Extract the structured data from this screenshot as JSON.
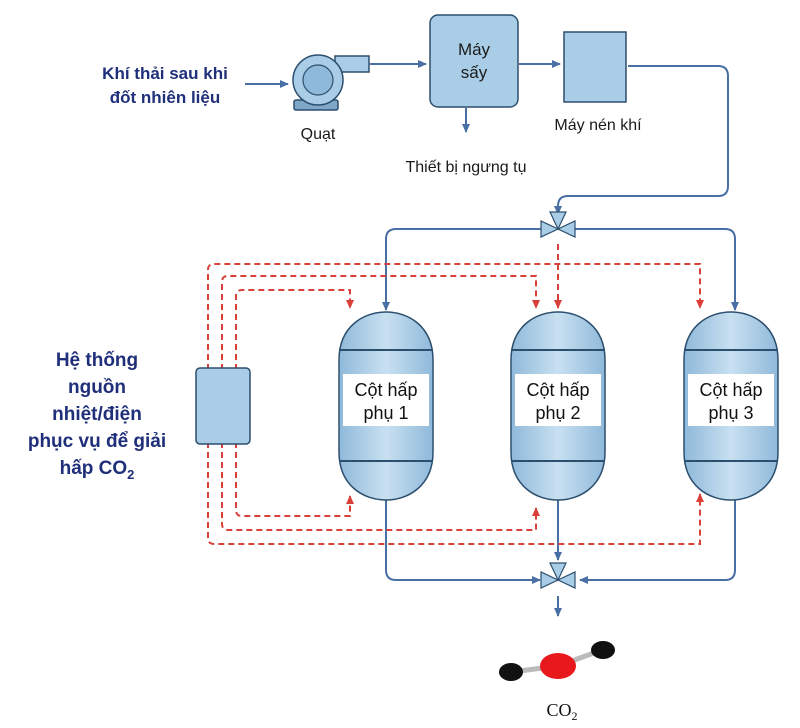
{
  "nodes": {
    "flue_gas": [
      "Khí thải sau khi",
      "đốt nhiên liệu"
    ],
    "fan": "Quạt",
    "dryer": [
      "Máy",
      "sấy"
    ],
    "condenser": "Thiết bị ngưng tụ",
    "compressor": "Máy nén khí",
    "heat_source": [
      "Hệ thống",
      "nguồn",
      "nhiệt/điện",
      "phục vụ để giải",
      "hấp CO",
      "2"
    ],
    "columns": [
      {
        "line1": "Cột hấp",
        "line2": "phụ 1"
      },
      {
        "line1": "Cột hấp",
        "line2": "phụ 2"
      },
      {
        "line1": "Cột hấp",
        "line2": "phụ 3"
      }
    ],
    "product": {
      "text": "CO",
      "sub": "2"
    }
  },
  "colors": {
    "flow_line": "#4a6fa5",
    "heat_line": "#d9403a",
    "equipment_fill": "#a9cde6",
    "equipment_stroke": "#2d4f6e",
    "label_blue": "#1f2f7a",
    "co2_oxygen": "#e8191c",
    "co2_carbon": "#111111"
  }
}
